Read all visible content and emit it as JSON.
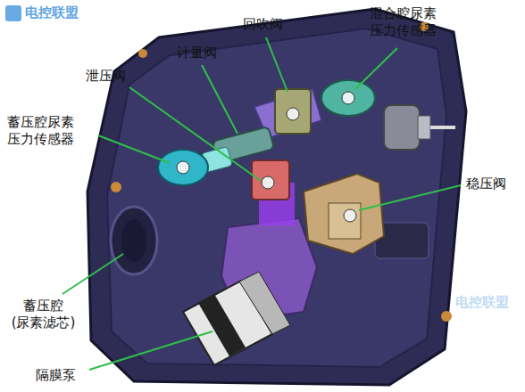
{
  "diagram": {
    "labels": [
      "回吹阀",
      "混合腔尿素 压力传感器",
      "计量阀",
      "泄压阀",
      "蓄压腔尿素 压力传感器",
      "稳压阀",
      "蓄压腔 (尿素滤芯)",
      "隔膜泵",
      "电控联盟",
      "电控联盟"
    ]
  }
}
